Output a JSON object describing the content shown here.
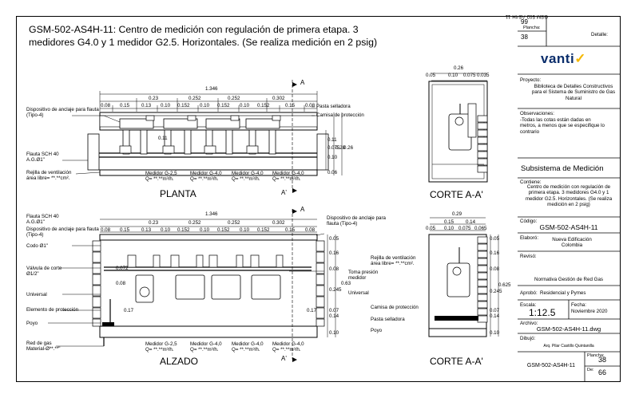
{
  "title": "GSM-502-AS4H-11: Centro de medición con regulación de primera etapa.  3 medidores G4.0 y 1 medidor G2.5. Horizontales. (Se realiza medición en 2 psig)",
  "titleblock": {
    "top_rot_code": "GSM-502-AS4H-11",
    "top_rot_detalle": "Detalle:",
    "top_rot_plancha": "Plancha:",
    "top_rot_num1": "99",
    "top_rot_num2": "38",
    "brand": "vanti",
    "proyecto_label": "Proyecto:",
    "proyecto_value": "Biblioteca de Detalles Constructivos para el Sistema de Suministro de Gas Natural",
    "observaciones_label": "Observaciones:",
    "observaciones_value": "-Todas las cotas están dadas en metros, a menos que se especifique lo contrario",
    "subsistema": "Subsistema de Medición",
    "contiene_label": "Contiene:",
    "contiene_value": "Centro de medición con regulación de primera etapa. 3 medidores G4.0 y 1 medidor G2.5. Horizontales. (Se realiza medición en 2 psig)",
    "codigo_label": "Código:",
    "codigo_value": "GSM-502-AS4H-11",
    "elaboro_label": "Elaboró:",
    "elaboro_value": "Nueva Edificación Colombia",
    "reviso_label": "Revisó:",
    "reviso_value": "Normativa Gestión de Red Gas",
    "aprobo_label": "Aprobó:",
    "aprobo_value": "Residencial y Pymes",
    "escala_label": "Escala:",
    "escala_value": "1:12.5",
    "fecha_label": "Fecha:",
    "fecha_value": "Noviembre 2020",
    "archivo_label": "Archivo:",
    "archivo_value": "GSM-502-AS4H-11.dwg",
    "dibujo_label": "Dibujó:",
    "dibujo_value": "Arq. Pilar Castillo Quintanilla",
    "bottom_code": "GSM-502-AS4H-11",
    "plancha_label": "Plancha:",
    "plancha_value": "38",
    "de_label": "De:",
    "de_value": "66"
  },
  "planta": {
    "label": "PLANTA",
    "dim_total": "1.346",
    "dims_mid": [
      "0.23",
      "0.252",
      "0.252",
      "0.302"
    ],
    "dims_low": [
      "0.08",
      "0.15",
      "0.13",
      "0.10",
      "0.152",
      "0.10",
      "0.152",
      "0.10",
      "0.152",
      "0.15",
      "0.08"
    ],
    "section_a": "A",
    "section_a2": "A'",
    "dispositivo": "Dispositivo de anclaje para flauta (Tipo-4)",
    "pasta": "Pasta selladora",
    "camisa": "Camisa de protección",
    "flauta": "Flauta SCH 40 A.G.Ø1\"",
    "rejilla": "Rejilla de ventilación área libre= **.**cm².",
    "medidores": [
      {
        "name": "Medidor G-2,5",
        "q": "Q= **.**m³/h."
      },
      {
        "name": "Medidor G-4,0",
        "q": "Q= **.**m³/h."
      },
      {
        "name": "Medidor G-4,0",
        "q": "Q= **.**m³/h."
      },
      {
        "name": "Medidor G-4,0",
        "q": "Q= **.**m³/h."
      }
    ],
    "dims_right": [
      "0.11",
      "0.075",
      "0.28",
      "0.26",
      "0.10",
      "0.06"
    ],
    "dim_inner": "0.11"
  },
  "corte_top": {
    "label": "CORTE A-A'",
    "dim_top": "0.26",
    "dims": [
      "0.05",
      "0.10",
      "0.075",
      "0.035"
    ]
  },
  "alzado": {
    "label": "ALZADO",
    "dim_total": "1.346",
    "dims_mid": [
      "0.23",
      "0.252",
      "0.252",
      "0.302"
    ],
    "dims_low": [
      "0.08",
      "0.15",
      "0.13",
      "0.10",
      "0.152",
      "0.10",
      "0.152",
      "0.10",
      "0.152",
      "0.15",
      "0.08"
    ],
    "section_a": "A",
    "section_a2": "A'",
    "flauta": "Flauta SCH 40 A.G.Ø1\"",
    "dispositivo": "Dispositivo de anclaje para flauta (Tipo-4)",
    "dispositivo_r": "Dispositivo de anclaje para flauta (Tipo-4)",
    "codo": "Codo Ø1\"",
    "valvula": "Válvula de corte Ø1/2\"",
    "universal": "Universal",
    "elemento": "Elemento de protección",
    "poyo": "Poyo",
    "red": "Red de gas Material-Ø**.**\"",
    "rejilla": "Rejilla de ventilación área libre= **.**cm².",
    "toma": "Toma presión medidor",
    "medidores": [
      {
        "name": "Medidor G-2,5",
        "q": "Q= **.**m³/h."
      },
      {
        "name": "Medidor G-4,0",
        "q": "Q= **.**m³/h."
      },
      {
        "name": "Medidor G-4,0",
        "q": "Q= **.**m³/h."
      },
      {
        "name": "Medidor G-4,0",
        "q": "Q= **.**m³/h."
      }
    ],
    "dims_right": [
      "0.05",
      "0.16",
      "0.08",
      "0.63",
      "0.245",
      "0.07",
      "0.14",
      "0.10"
    ],
    "dims_inner": [
      "0.072",
      "0.08",
      "0.17",
      "0.17"
    ],
    "universal_r": "Universal",
    "camisa_r": "Camisa de protección",
    "pasta_r": "Pasta selladora",
    "poyo_r": "Poyo"
  },
  "corte_bot": {
    "label": "CORTE A-A'",
    "dim_top": "0.29",
    "dims_a": [
      "0.15",
      "0.14"
    ],
    "dims_b": [
      "0.05",
      "0.10",
      "0.075",
      "0.065"
    ],
    "dims_right": [
      "0.05",
      "0.16",
      "0.08",
      "0.625",
      "0.245",
      "0.07",
      "0.14",
      "0.10"
    ]
  }
}
